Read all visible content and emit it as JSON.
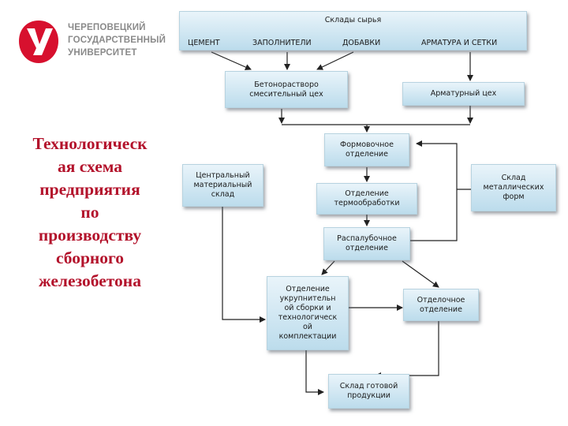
{
  "logo": {
    "lines": [
      "ЧЕРЕПОВЕЦКИЙ",
      "ГОСУДАРСТВЕННЫЙ",
      "УНИВЕРСИТЕТ"
    ],
    "mark_color": "#d7102e"
  },
  "title": {
    "lines": [
      "Технологическ",
      "ая схема",
      "предприятия",
      "по",
      "производству",
      "сборного",
      "железобетона"
    ],
    "color": "#b3122b"
  },
  "diagram": {
    "raw_materials": {
      "title": "Склады сырья",
      "items": [
        "ЦЕМЕНТ",
        "ЗАПОЛНИТЕЛИ",
        "ДОБАВКИ",
        "АРМАТУРА И СЕТКИ"
      ]
    },
    "nodes": {
      "concrete": "Бетонорастворо\nсмесительный цех",
      "rebar": "Арматурный цех",
      "forming": "Формовочное\nотделение",
      "warehouse": "Центральный\nматериальный\nсклад",
      "metal_forms": "Склад\nметаллических\nформ",
      "heat": "Отделение\nтермообработки",
      "demold": "Распалубочное\nотделение",
      "assembly": "Отделение\nукрупнительн\nой сборки и\nтехнологическ\nой\nкомплектации",
      "finishing": "Отделочное\nотделение",
      "finished": "Склад готовой\nпродукции"
    },
    "colors": {
      "box_top": "#e9f4fa",
      "box_bottom": "#bcdcec",
      "arrow": "#222222"
    }
  }
}
